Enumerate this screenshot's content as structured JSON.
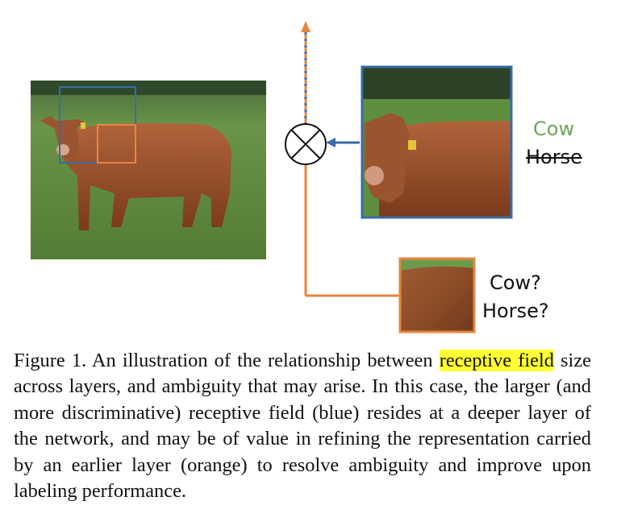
{
  "figure": {
    "labels": {
      "top_correct": "Cow",
      "top_rejected": "Horse",
      "bottom_q1": "Cow?",
      "bottom_q2": "Horse?"
    },
    "colors": {
      "blue": "#3b6aa8",
      "orange": "#e9853f",
      "cow_label": "#6fa35a",
      "highlight": "#ffff33"
    }
  },
  "caption": {
    "prefix": "Figure 1. An illustration of the relationship between ",
    "highlight": "receptive field",
    "suffix": " size across layers, and ambiguity that may arise. In this case, the larger (and more discriminative) receptive field (blue) resides at a deeper layer of the network, and may be of value in refining the representation carried by an earlier layer (orange) to resolve ambiguity and improve upon labeling performance."
  }
}
